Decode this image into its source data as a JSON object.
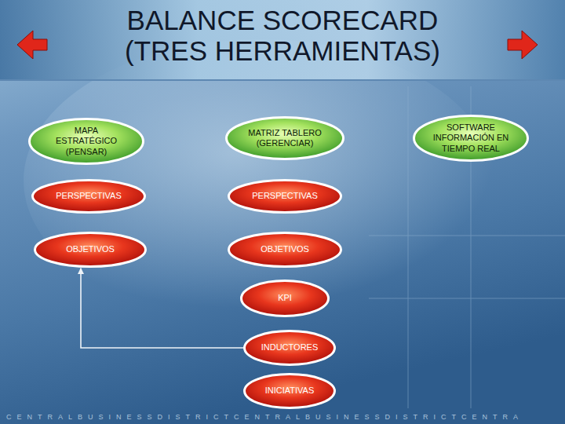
{
  "diagram": {
    "title": "BALANCE SCORECARD (TRES HERRAMIENTAS)",
    "nodes": [
      {
        "text": [
          "MAPA ESTRATÉGICO (PENSAR)"
        ]
      },
      {
        "text": [
          "MATRIZ TABLERO (GERENCIAR)"
        ]
      },
      {
        "text": [
          "SOFTWARE INFORMACIÓN EN TIEMPO REAL"
        ]
      },
      {
        "text": [
          "PERSPECTIVAS"
        ]
      },
      {
        "text": [
          "PERSPECTIVAS"
        ]
      },
      {
        "text": [
          "OBJETIVOS"
        ]
      },
      {
        "text": [
          "OBJETIVOS"
        ]
      },
      {
        "text": [
          "KPI"
        ]
      },
      {
        "text": [
          "INDUCTORES"
        ]
      },
      {
        "text": [
          "INICIATIVAS"
        ]
      }
    ],
    "edges": [
      {
        "from": 8,
        "to": 5,
        "arrow": "to"
      }
    ],
    "labels": [
      "CENTRALBUSINESSDISTRICTCENTRALBUSINESSDISTRICTCENTRA"
    ]
  }
}
